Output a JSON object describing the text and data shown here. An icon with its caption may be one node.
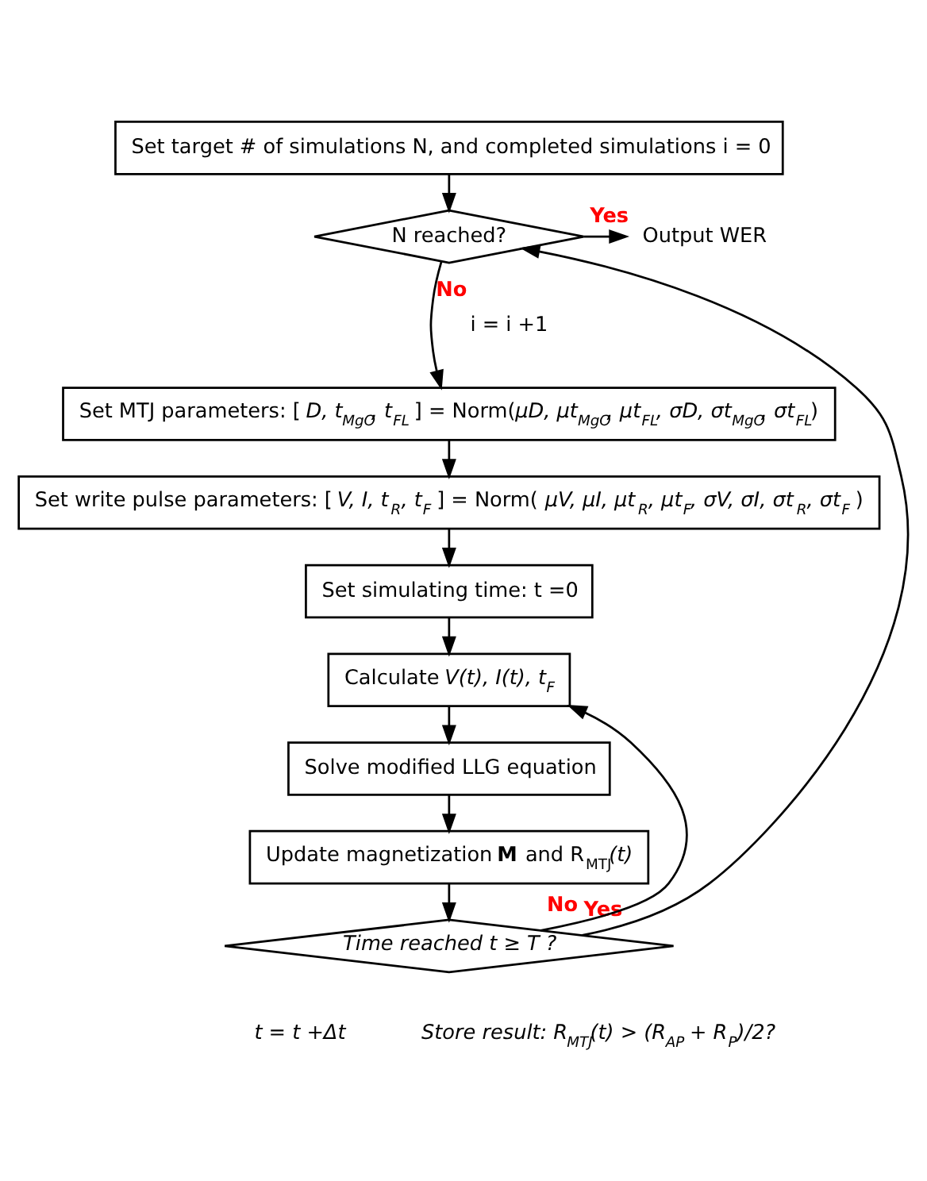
{
  "diagram": {
    "nodes": [
      {
        "text": [
          "Set target # of simulations N, and completed simulations i = 0"
        ]
      },
      {
        "text": [
          "N reached?"
        ]
      },
      {
        "text": [
          "Output WER"
        ]
      },
      {
        "text": [
          "Set MTJ parameters: [ *D, t$_{MgO}$, t$_{FL}$* ] = Norm(*μD, μt$_{MgO}$, μt$_{FL}$, σD, σt$_{MgO}$, σt$_{FL}$*)"
        ]
      },
      {
        "text": [
          "Set write pulse parameters: [ *V, I, t$_{R}$, t$_{F}$* ] = Norm( *μV, μI, μt$_{R}$, μt$_{F}$, σV, σI, σt$_{R}$, σt$_{F}$* )"
        ]
      },
      {
        "text": [
          "Set simulating time: t =0"
        ]
      },
      {
        "text": [
          "Calculate *V(t), I(t), t$_{F}$*"
        ]
      },
      {
        "text": [
          "Solve modified LLG equation"
        ]
      },
      {
        "text": [
          "Update magnetization **M** and R$_{MTJ}$*(t)*"
        ]
      },
      {
        "text": [
          "Time reached t ≥ T ?"
        ]
      }
    ],
    "edges": [
      {
        "from": 0,
        "to": 1,
        "arrow": "to"
      },
      {
        "from": 1,
        "to": 2,
        "arrow": "to",
        "label": "Yes"
      },
      {
        "from": 1,
        "to": 3,
        "arrow": "to",
        "label": "No"
      },
      {
        "from": 3,
        "to": 4,
        "arrow": "to"
      },
      {
        "from": 4,
        "to": 5,
        "arrow": "to"
      },
      {
        "from": 5,
        "to": 6,
        "arrow": "to"
      },
      {
        "from": 6,
        "to": 7,
        "arrow": "to"
      },
      {
        "from": 7,
        "to": 8,
        "arrow": "to"
      },
      {
        "from": 8,
        "to": 9,
        "arrow": "to"
      },
      {
        "from": 9,
        "to": 6,
        "arrow": "to",
        "label": "No"
      },
      {
        "from": 9,
        "to": 1,
        "arrow": "to",
        "label": "Yes"
      }
    ],
    "labels": [
      "i = i +1",
      "t = t +Δt",
      "Store result: R$_{MTJ}$(t) > (R$_{AP}$ + R$_{P}$)/2?"
    ]
  }
}
